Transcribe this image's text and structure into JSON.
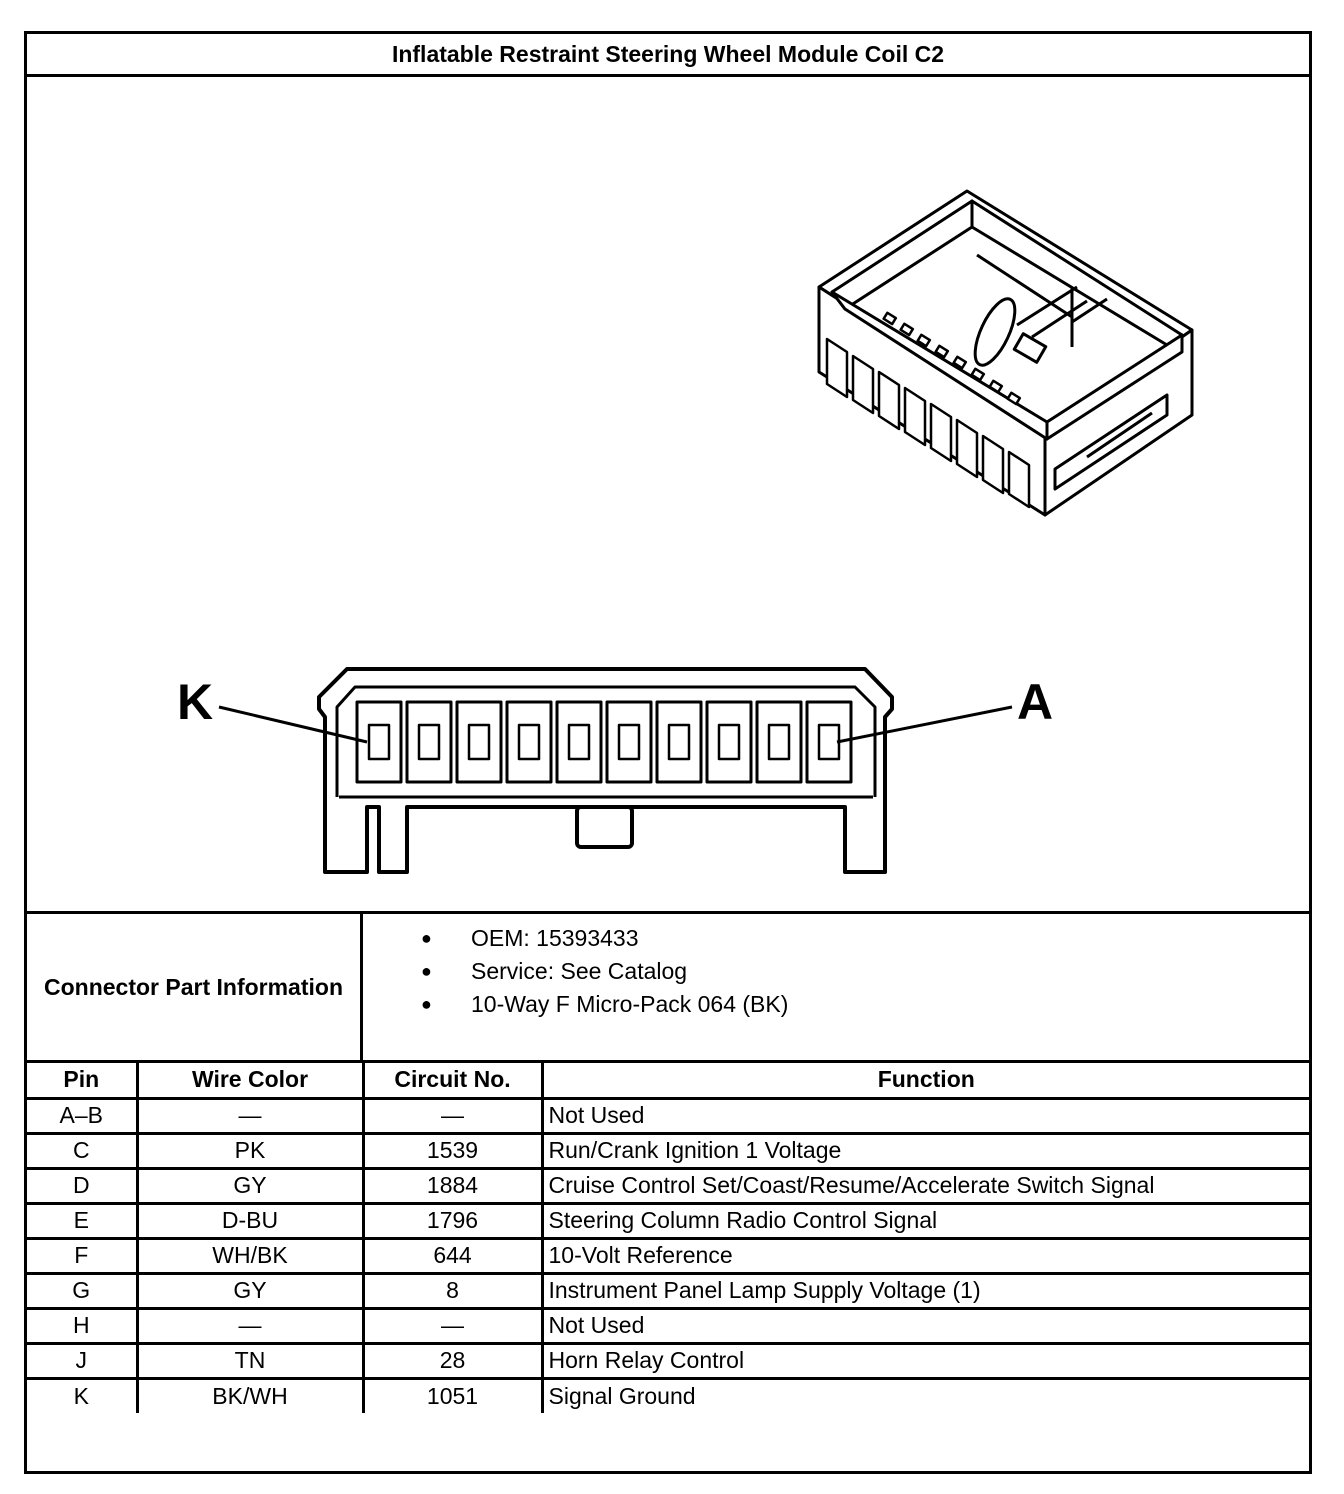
{
  "title": "Inflatable Restraint Steering Wheel Module Coil C2",
  "diagram": {
    "label_left": "K",
    "label_right": "A"
  },
  "connector_info": {
    "label": "Connector Part Information",
    "items": [
      "OEM: 15393433",
      "Service: See Catalog",
      "10-Way F Micro-Pack 064 (BK)"
    ]
  },
  "table": {
    "headers": [
      "Pin",
      "Wire Color",
      "Circuit No.",
      "Function"
    ],
    "rows": [
      {
        "pin": "A–B",
        "color": "—",
        "circuit": "—",
        "function": "Not Used"
      },
      {
        "pin": "C",
        "color": "PK",
        "circuit": "1539",
        "function": "Run/Crank Ignition 1 Voltage"
      },
      {
        "pin": "D",
        "color": "GY",
        "circuit": "1884",
        "function": "Cruise Control Set/Coast/Resume/Accelerate Switch Signal"
      },
      {
        "pin": "E",
        "color": "D-BU",
        "circuit": "1796",
        "function": "Steering Column Radio Control Signal"
      },
      {
        "pin": "F",
        "color": "WH/BK",
        "circuit": "644",
        "function": "10-Volt Reference"
      },
      {
        "pin": "G",
        "color": "GY",
        "circuit": "8",
        "function": "Instrument Panel Lamp Supply Voltage (1)"
      },
      {
        "pin": "H",
        "color": "—",
        "circuit": "—",
        "function": "Not Used"
      },
      {
        "pin": "J",
        "color": "TN",
        "circuit": "28",
        "function": "Horn Relay Control"
      },
      {
        "pin": "K",
        "color": "BK/WH",
        "circuit": "1051",
        "function": "Signal Ground"
      }
    ]
  }
}
